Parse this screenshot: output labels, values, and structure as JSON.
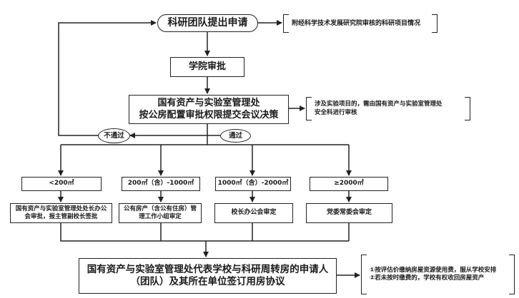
{
  "flowchart": {
    "start": "科研团队提出申请",
    "start_note": "附经科学技术发展研究院审核的科研项目情况",
    "college_approval": "学院审批",
    "decision_line1": "国有资产与实验室管理处",
    "decision_line2": "按公房配置审批权限提交会议决策",
    "decision_note": "涉及实验项目的，需由国有资产与实验室管理处\n安全科进行审核",
    "reject_label": "不通过",
    "pass_label": "通过",
    "tiers": [
      {
        "area": "<200㎡",
        "approver": "国有资产与实验室管理处处长办公会审批，报主管副校长签批"
      },
      {
        "area": "200㎡（含）-1000㎡",
        "approver": "公有房产（含公有住房）管理工作小组审定"
      },
      {
        "area": "1000㎡（含）-2000㎡",
        "approver": "校长办公会审定"
      },
      {
        "area": "≥2000㎡",
        "approver": "党委常委会审定"
      }
    ],
    "final_line1": "国有资产与实验室管理处代表学校与科研周转房的申请人",
    "final_line2": "（团队）及其所在单位签订用房协议",
    "final_note": "①按评估价缴纳房屋资源使用费，服从学校安排\n②若未按时缴费的，学校有权收回房屋资产"
  }
}
